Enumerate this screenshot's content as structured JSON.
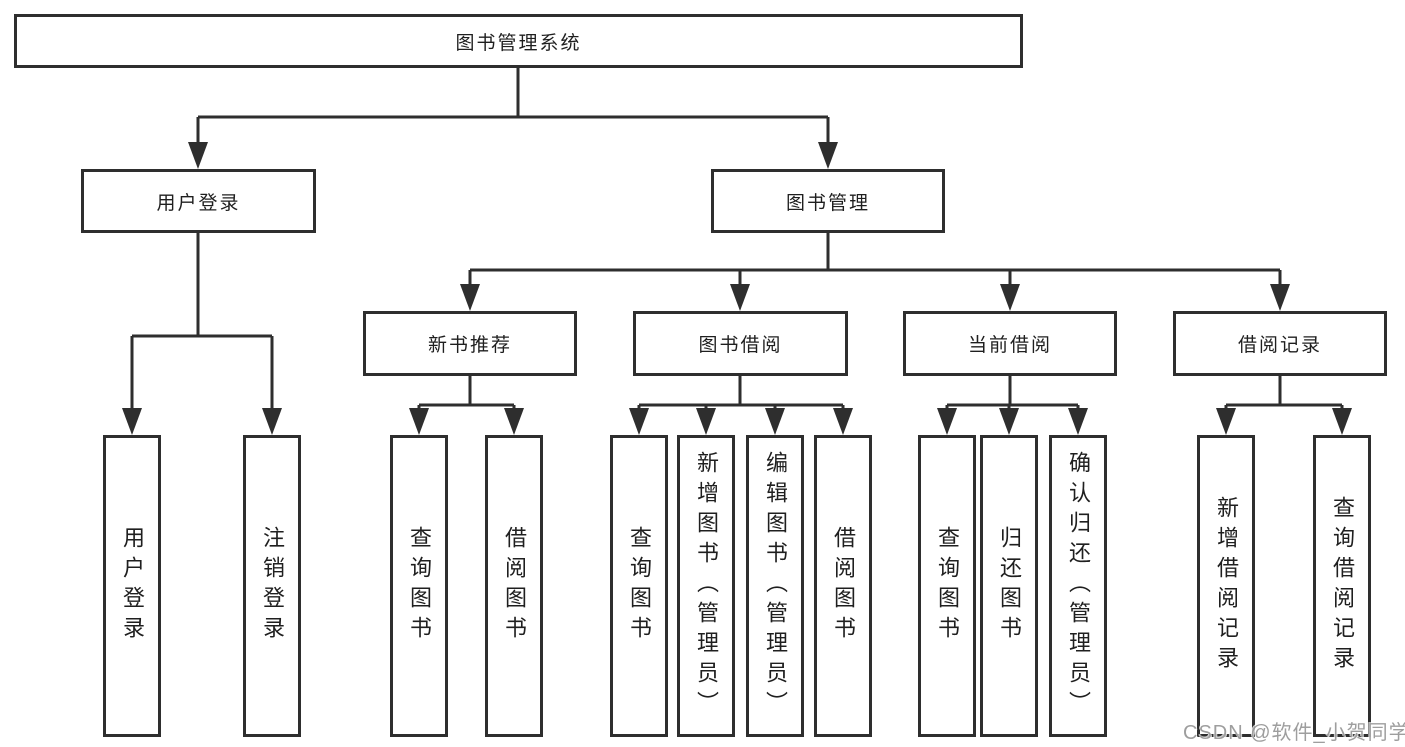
{
  "diagram": {
    "root": {
      "label": "图书管理系统"
    },
    "user_login": {
      "label": "用户登录",
      "leaves": [
        "用户登录",
        "注销登录"
      ]
    },
    "book_mgmt": {
      "label": "图书管理",
      "new_book_rec": {
        "label": "新书推荐",
        "leaves": [
          "查询图书",
          "借阅图书"
        ]
      },
      "book_borrow": {
        "label": "图书借阅",
        "leaves": [
          "查询图书",
          "新增图书（管理员）",
          "编辑图书（管理员）",
          "借阅图书"
        ]
      },
      "current_borrow": {
        "label": "当前借阅",
        "leaves": [
          "查询图书",
          "归还图书",
          "确认归还（管理员）"
        ]
      },
      "borrow_records": {
        "label": "借阅记录",
        "leaves": [
          "新增借阅记录",
          "查询借阅记录"
        ]
      }
    }
  },
  "watermark": {
    "text": "CSDN @软件_小贺同学"
  },
  "colors": {
    "line": "#2e2e2e",
    "text": "#1f1f1f",
    "watermark": "#9e9e9e",
    "background": "#ffffff"
  }
}
